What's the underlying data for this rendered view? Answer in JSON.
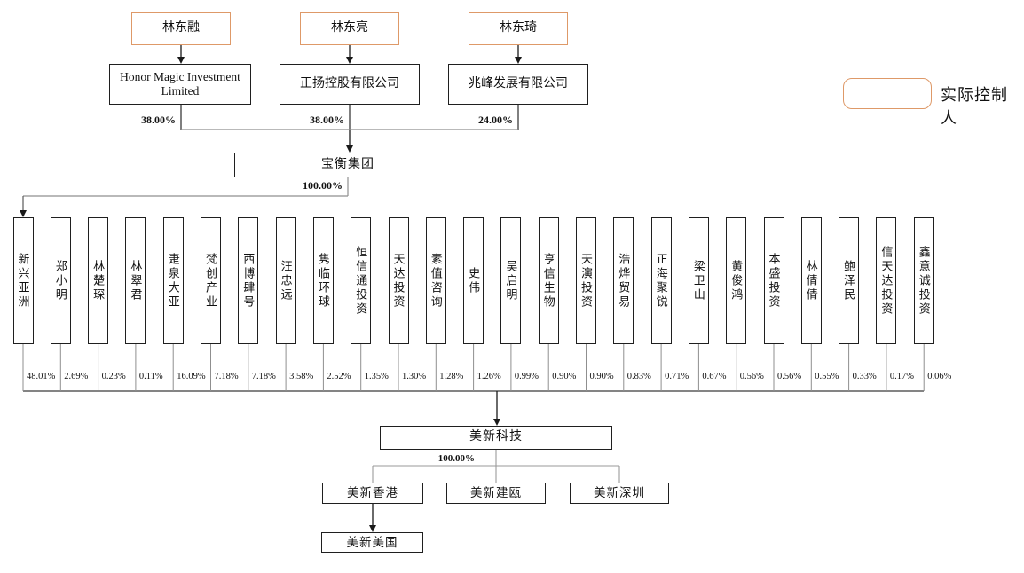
{
  "accent_color": "#de9968",
  "legend": {
    "label": "实际控制人"
  },
  "controllers": [
    {
      "name": "林东融"
    },
    {
      "name": "林东亮"
    },
    {
      "name": "林东琦"
    }
  ],
  "holding_companies": [
    {
      "name": "Honor Magic Investment Limited",
      "pct": "38.00%"
    },
    {
      "name": "正扬控股有限公司",
      "pct": "38.00%"
    },
    {
      "name": "兆峰发展有限公司",
      "pct": "24.00%"
    }
  ],
  "group": {
    "name": "宝衡集团",
    "pct": "100.00%"
  },
  "shareholders": [
    {
      "name": "新兴亚洲",
      "pct": "48.01%"
    },
    {
      "name": "郑小明",
      "pct": "2.69%"
    },
    {
      "name": "林楚琛",
      "pct": "0.23%"
    },
    {
      "name": "林翠君",
      "pct": "0.11%"
    },
    {
      "name": "疌泉大亚",
      "pct": "16.09%"
    },
    {
      "name": "梵创产业",
      "pct": "7.18%"
    },
    {
      "name": "西博肆号",
      "pct": "7.18%"
    },
    {
      "name": "汪忠远",
      "pct": "3.58%"
    },
    {
      "name": "隽临环球",
      "pct": "2.52%"
    },
    {
      "name": "恒信通投资",
      "pct": "1.35%"
    },
    {
      "name": "天达投资",
      "pct": "1.30%"
    },
    {
      "name": "素值咨询",
      "pct": "1.28%"
    },
    {
      "name": "史伟",
      "pct": "1.26%"
    },
    {
      "name": "吴启明",
      "pct": "0.99%"
    },
    {
      "name": "亨信生物",
      "pct": "0.90%"
    },
    {
      "name": "天演投资",
      "pct": "0.90%"
    },
    {
      "name": "浩烨贸易",
      "pct": "0.83%"
    },
    {
      "name": "正海聚锐",
      "pct": "0.71%"
    },
    {
      "name": "梁卫山",
      "pct": "0.67%"
    },
    {
      "name": "黄俊鸿",
      "pct": "0.56%"
    },
    {
      "name": "本盛投资",
      "pct": "0.56%"
    },
    {
      "name": "林倩倩",
      "pct": "0.55%"
    },
    {
      "name": "鲍泽民",
      "pct": "0.33%"
    },
    {
      "name": "信天达投资",
      "pct": "0.17%"
    },
    {
      "name": "鑫意诚投资",
      "pct": "0.06%"
    }
  ],
  "company": {
    "name": "美新科技",
    "pct": "100.00%"
  },
  "subsidiaries": [
    {
      "name": "美新香港"
    },
    {
      "name": "美新建瓯"
    },
    {
      "name": "美新深圳"
    }
  ],
  "sub_subsidiary": {
    "name": "美新美国"
  }
}
